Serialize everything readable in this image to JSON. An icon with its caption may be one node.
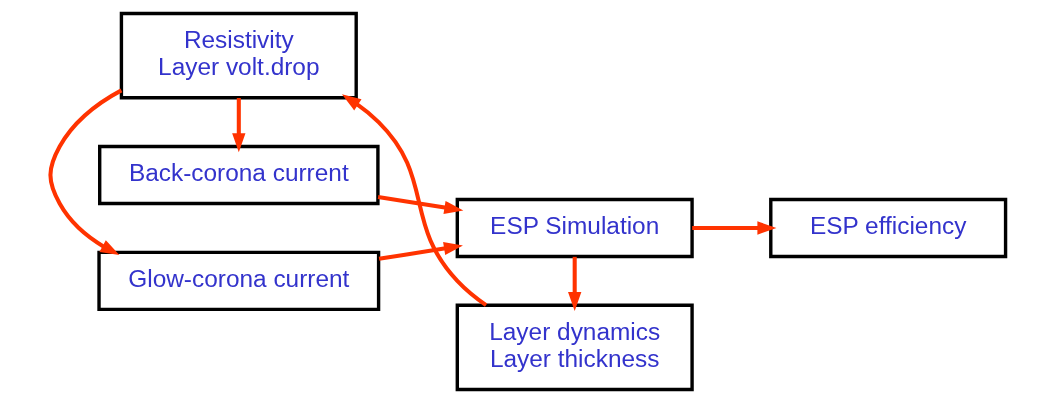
{
  "diagram": {
    "nodes": [
      {
        "text": [
          "Glow-corona current"
        ]
      },
      {
        "text": [
          "Back-corona current"
        ]
      },
      {
        "text": [
          "ESP Simulation"
        ]
      },
      {
        "text": [
          "ESP efficiency"
        ]
      },
      {
        "text": [
          "Resistivity",
          "Layer volt.drop"
        ]
      },
      {
        "text": [
          "Layer dynamics",
          "Layer thickness"
        ]
      }
    ],
    "edges": [
      {
        "from": 0,
        "to": 2,
        "arrow": "to"
      },
      {
        "from": 1,
        "to": 2,
        "arrow": "to"
      },
      {
        "from": 2,
        "to": 3,
        "arrow": "to"
      },
      {
        "from": 2,
        "to": 5,
        "arrow": "to"
      },
      {
        "from": 5,
        "to": 4,
        "arrow": "to"
      },
      {
        "from": 4,
        "to": 0,
        "arrow": "to"
      },
      {
        "from": 4,
        "to": 1,
        "arrow": "to"
      }
    ]
  }
}
